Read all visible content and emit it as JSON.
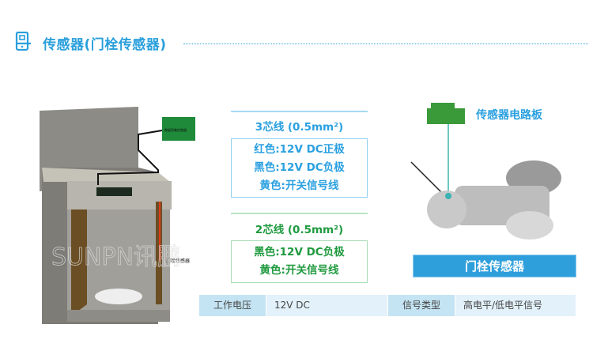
{
  "header": {
    "title": "传感器(门栓传感器)",
    "icon": "phone-sensor-icon",
    "accent": "#2a9fdc"
  },
  "illustration": {
    "board_label": "数据采集控制器",
    "sensor_label": "门栓传感器",
    "watermark": "SUNPN讯鹏"
  },
  "wiring": [
    {
      "title": "3芯线 (0.5mm²)",
      "color": "#2aa0e0",
      "lines": [
        "红色:12V DC正极",
        "黑色:12V DC负极",
        "黄色:开关信号线"
      ]
    },
    {
      "title": "2芯线 (0.5mm²)",
      "color": "#1f9a3f",
      "lines": [
        "黑色:12V DC负极",
        "黄色:开关信号线"
      ]
    }
  ],
  "product": {
    "pcb_label": "传感器电路板",
    "name": "门栓传感器"
  },
  "specs": [
    {
      "key": "工作电压",
      "value": "12V DC"
    },
    {
      "key": "信号类型",
      "value": "高电平/低电平信号"
    }
  ]
}
